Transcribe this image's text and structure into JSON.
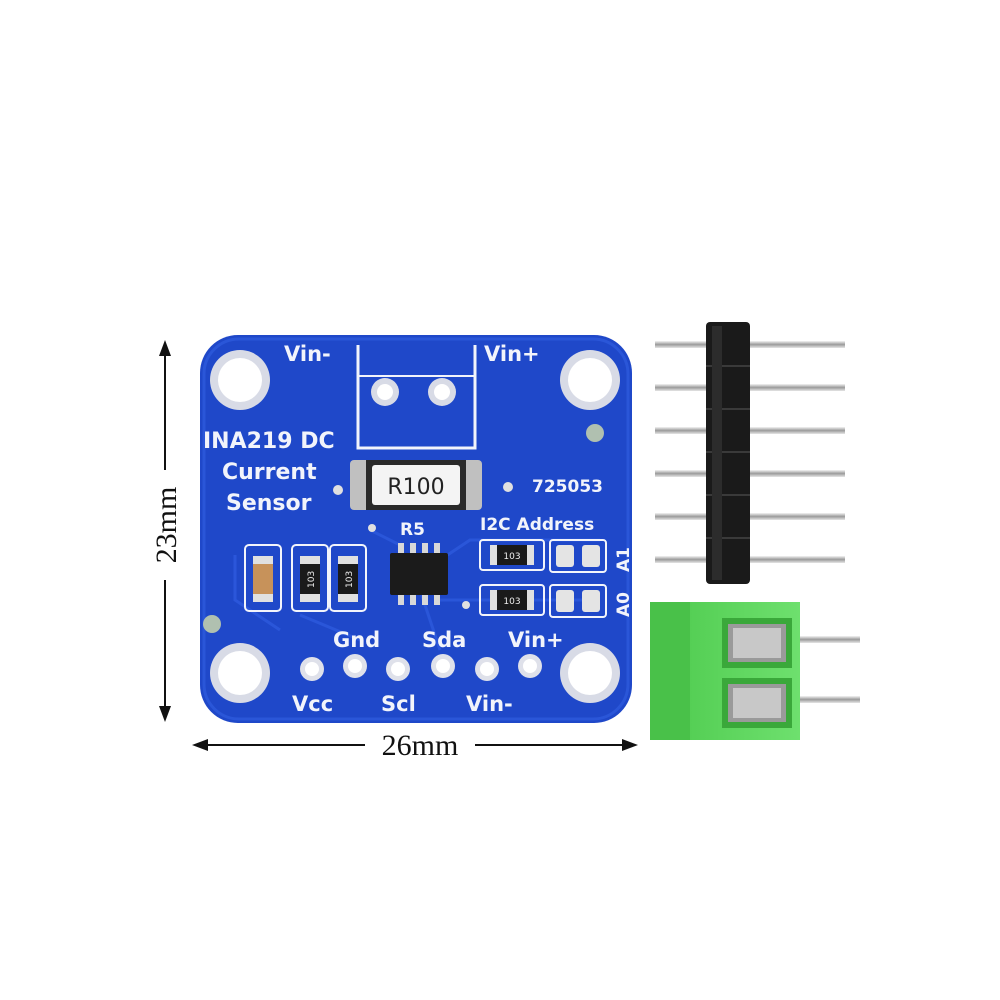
{
  "dimensions": {
    "height": "23mm",
    "width": "26mm"
  },
  "board": {
    "title_line1": "INA219 DC",
    "title_line2": "Current",
    "title_line3": "Sensor",
    "vin_minus_top": "Vin-",
    "vin_plus_top": "Vin+",
    "shunt_label": "R100",
    "board_code": "725053",
    "r5_label": "R5",
    "i2c_label": "I2C Address",
    "a1_label": "A1",
    "a0_label": "A0",
    "resistor_code": "103",
    "pins_top": [
      "Gnd",
      "Sda",
      "Vin+"
    ],
    "pins_bottom": [
      "Vcc",
      "Scl",
      "Vin-"
    ]
  },
  "colors": {
    "pcb": "#1f48c9",
    "silkscreen": "#f2f4fb",
    "terminal": "#5bd35b",
    "header": "#1a1a1a"
  }
}
